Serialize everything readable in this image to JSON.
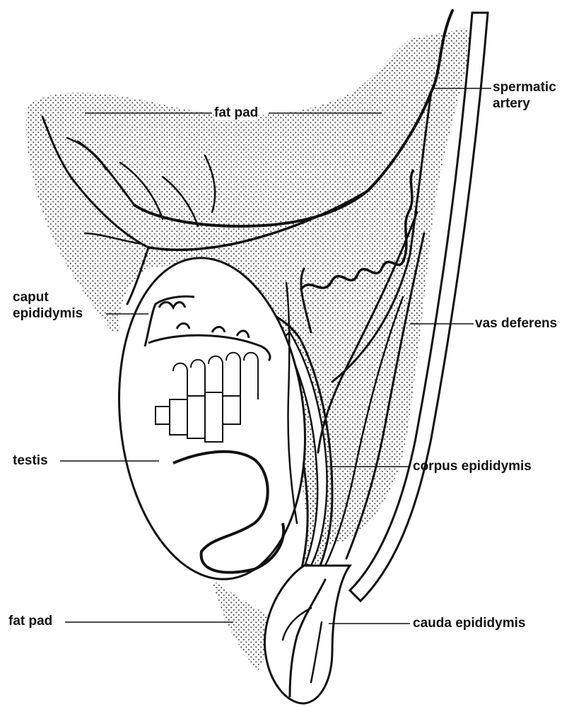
{
  "labels": {
    "fat_pad_top": "fat pad",
    "spermatic_artery_1": "spermatic",
    "spermatic_artery_2": "artery",
    "caput_1": "caput",
    "caput_2": "epididymis",
    "vas_deferens": "vas deferens",
    "testis": "testis",
    "corpus_epididymis": "corpus epididymis",
    "fat_pad_bottom": "fat pad",
    "cauda_epididymis": "cauda epididymis"
  },
  "colors": {
    "ink": "#111111",
    "stipple": "#555555",
    "paper": "#ffffff"
  }
}
